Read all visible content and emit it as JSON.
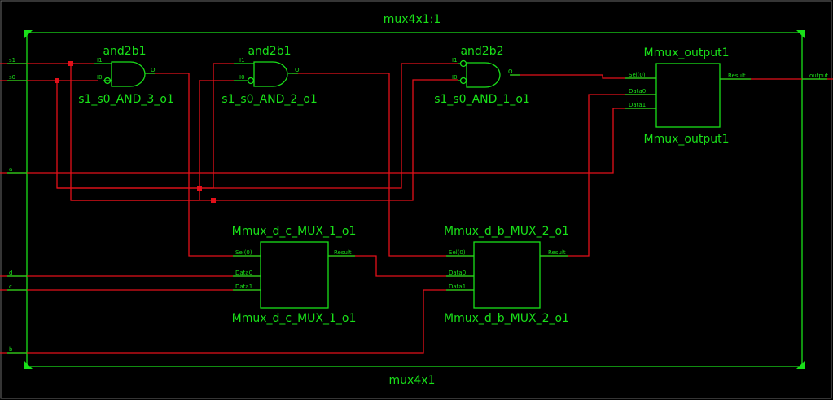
{
  "outer_frame": {
    "title_top": "mux4x1:1",
    "title_bottom": "mux4x1"
  },
  "ports": {
    "s1": "s1",
    "s0": "s0",
    "a": "a",
    "d": "d",
    "c": "c",
    "b": "b",
    "output": "output"
  },
  "gates": [
    {
      "type": "and2b1",
      "instance": "s1_s0_AND_3_o1",
      "pin_i1": "I1",
      "pin_i0": "I0",
      "pin_o": "O"
    },
    {
      "type": "and2b1",
      "instance": "s1_s0_AND_2_o1",
      "pin_i1": "I1",
      "pin_i0": "I0",
      "pin_o": "O"
    },
    {
      "type": "and2b2",
      "instance": "s1_s0_AND_1_o1",
      "pin_i1": "I1",
      "pin_i0": "I0",
      "pin_o": "O"
    }
  ],
  "muxes": [
    {
      "name": "Mmux_output1",
      "sel": "Sel(0)",
      "data0": "Data0",
      "data1": "Data1",
      "result": "Result"
    },
    {
      "name": "Mmux_d_c_MUX_1_o1",
      "sel": "Sel(0)",
      "data0": "Data0",
      "data1": "Data1",
      "result": "Result"
    },
    {
      "name": "Mmux_d_b_MUX_2_o1",
      "sel": "Sel(0)",
      "data0": "Data0",
      "data1": "Data1",
      "result": "Result"
    }
  ],
  "colors": {
    "background": "#000000",
    "component": "#19e019",
    "wire": "#e3101a"
  }
}
